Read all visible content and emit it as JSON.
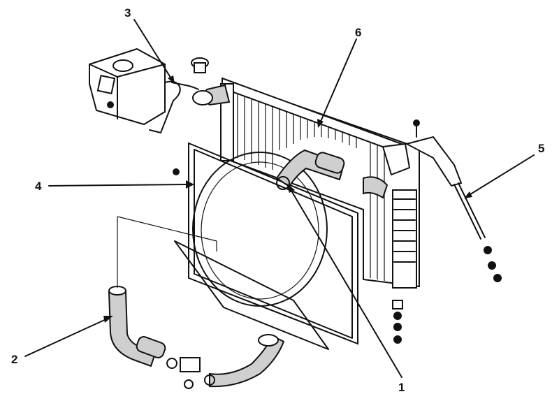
{
  "callouts": [
    {
      "id": "1",
      "text": "1"
    },
    {
      "id": "2",
      "text": "2"
    },
    {
      "id": "3",
      "text": "3"
    },
    {
      "id": "4",
      "text": "4"
    },
    {
      "id": "5",
      "text": "5"
    },
    {
      "id": "6",
      "text": "6"
    }
  ],
  "colors": {
    "ink": "#111111",
    "background": "#ffffff",
    "hose_fill": "#cfcfcf"
  }
}
